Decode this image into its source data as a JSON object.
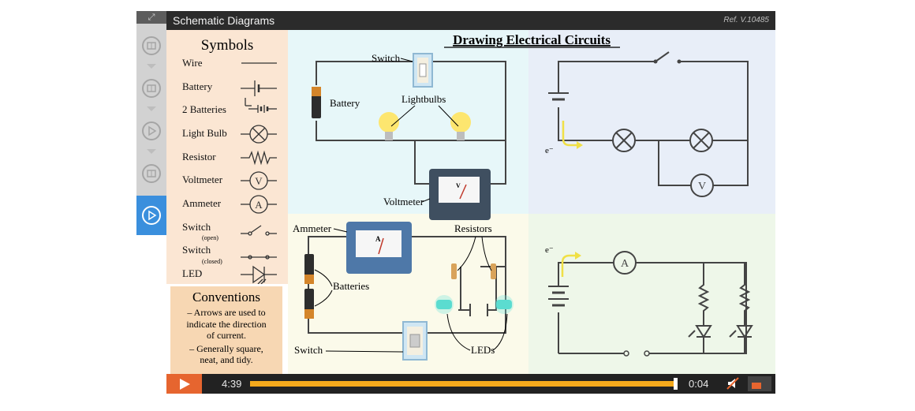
{
  "window": {
    "title": "Schematic Diagrams",
    "ref": "Ref. V.10485"
  },
  "symbols": {
    "heading": "Symbols",
    "items": [
      "Wire",
      "Battery",
      "2 Batteries",
      "Light Bulb",
      "Resistor",
      "Voltmeter",
      "Ammeter",
      "Switch",
      "Switch",
      "LED"
    ],
    "switch_open_note": "(open)",
    "switch_closed_note": "(closed)",
    "voltmeter_letter": "V",
    "ammeter_letter": "A"
  },
  "conventions": {
    "heading": "Conventions",
    "lines": [
      "– Arrows are used to",
      "indicate the direction",
      "of current.",
      "– Generally square,",
      "neat, and tidy."
    ]
  },
  "diagram": {
    "title": "Drawing Electrical Circuits",
    "labels": {
      "switch": "Switch",
      "battery": "Battery",
      "lightbulbs": "Lightbulbs",
      "voltmeter": "Voltmeter",
      "ammeter": "Ammeter",
      "resistors": "Resistors",
      "batteries": "Batteries",
      "switch2": "Switch",
      "leds": "LEDs",
      "electron": "e⁻",
      "meter_v": "V",
      "meter_a": "A"
    }
  },
  "player": {
    "elapsed": "4:39",
    "remaining": "0:04",
    "progress": 0.987
  },
  "colors": {
    "accent": "#e6652f",
    "progress": "#f4a91c",
    "sidebar_active": "#3a8fdd"
  },
  "sidebar_icons": [
    "book-icon",
    "book-icon",
    "play-icon",
    "book-icon",
    "play-icon"
  ]
}
